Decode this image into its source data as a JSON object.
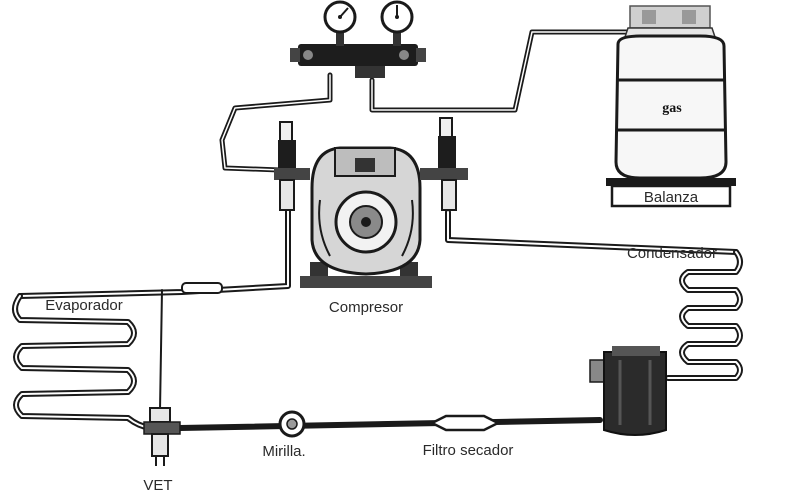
{
  "labels": {
    "gas": "gas",
    "balanza": "Balanza",
    "condensador": "Condensador",
    "evaporador": "Evaporador",
    "compresor": "Compresor",
    "vet": "VET",
    "mirilla": "Mirilla.",
    "filtro": "Filtro secador"
  },
  "colors": {
    "line": "#1a1a1a",
    "component": "#2b2b2b",
    "light": "#d8d8d8"
  }
}
